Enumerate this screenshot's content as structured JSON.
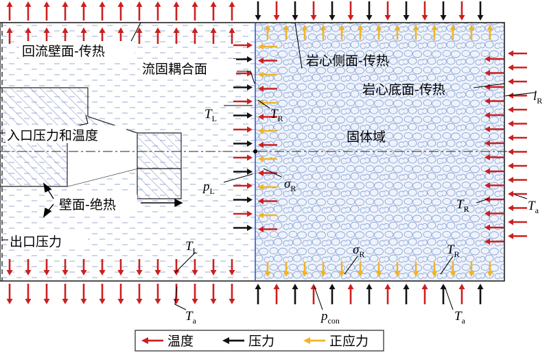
{
  "labels": {
    "backflow_wall": "回流壁面-传热",
    "fluid_solid_interface": "流固耦合面",
    "core_side": "岩心侧面-传热",
    "core_bottom": "岩心底面-传热",
    "inlet": "入口压力和温度",
    "solid_domain": "固体域",
    "wall_adiabatic": "壁面-绝热",
    "outlet": "出口压力"
  },
  "symbols": {
    "TL_1": {
      "base": "T",
      "sub": "L"
    },
    "TR_1": {
      "base": "T",
      "sub": "R"
    },
    "pL": {
      "base": "p",
      "sub": "L"
    },
    "sigmaR_1": {
      "base": "σ",
      "sub": "R"
    },
    "lR": {
      "base": "l",
      "sub": "R"
    },
    "TR_2": {
      "base": "T",
      "sub": "R"
    },
    "Ta_right": {
      "base": "T",
      "sub": "a"
    },
    "TL_2": {
      "base": "T",
      "sub": "L"
    },
    "sigmaR_2": {
      "base": "σ",
      "sub": "R"
    },
    "TR_3": {
      "base": "T",
      "sub": "R"
    },
    "Ta_bottom_left": {
      "base": "T",
      "sub": "a"
    },
    "pcon": {
      "base": "p",
      "sub": "con"
    },
    "Ta_bottom_right": {
      "base": "T",
      "sub": "a"
    }
  },
  "legend": {
    "items": [
      {
        "label": "温度",
        "color": "#cc1f1f"
      },
      {
        "label": "压力",
        "color": "#111111"
      },
      {
        "label": "正应力",
        "color": "#f0b428"
      }
    ]
  },
  "colors": {
    "temperature": "#cc1f1f",
    "pressure": "#111111",
    "stress": "#f0b428",
    "interface": "#3355cc",
    "fluid_dash": "#8a9ccf",
    "rock": "#8fa6d8"
  }
}
